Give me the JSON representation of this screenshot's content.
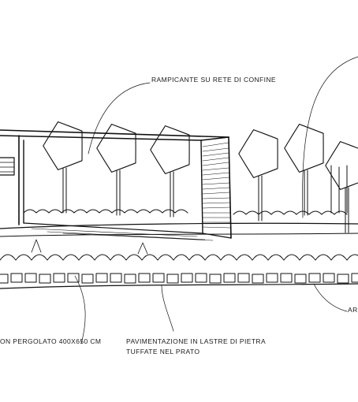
{
  "labels": {
    "climber": "RAMPICANTE SU RETE DI CONFINE",
    "pergola": "ON PERGOLATO 400X650 CM",
    "paving_line1": "PAVIMENTAZIONE IN LASTRE DI PIETRA",
    "paving_line2": "TUFFATE NEL PRATO",
    "area": "ARE"
  },
  "colors": {
    "ink": "#111111",
    "paper": "#ffffff"
  }
}
